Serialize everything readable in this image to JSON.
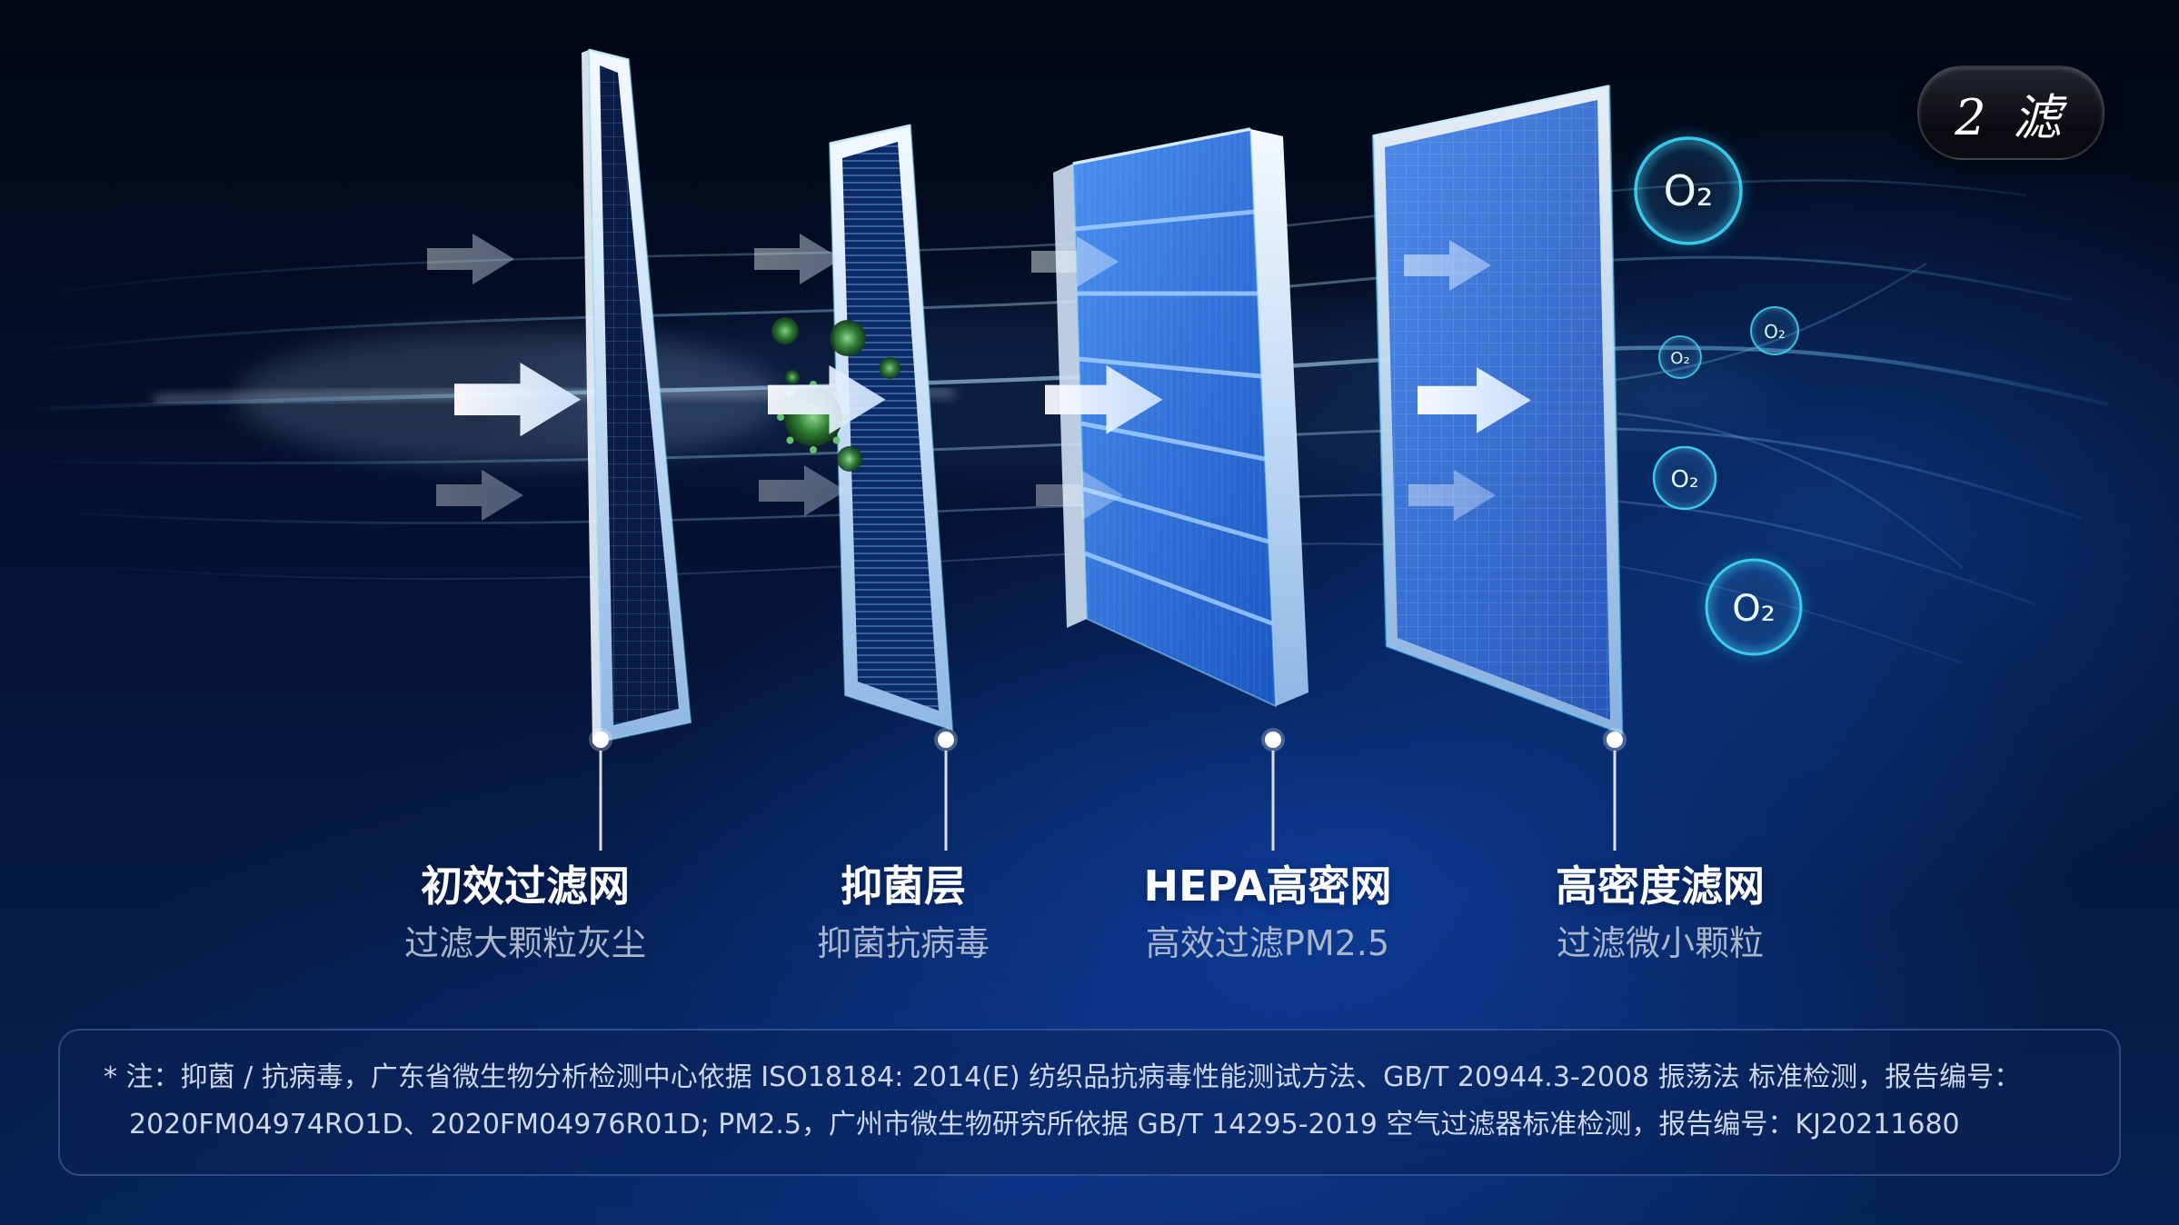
{
  "badge": {
    "label": "2 滤"
  },
  "filters": [
    {
      "title": "初效过滤网",
      "subtitle": "过滤大颗粒灰尘"
    },
    {
      "title": "抑菌层",
      "subtitle": "抑菌抗病毒"
    },
    {
      "title": "HEPA高密网",
      "subtitle": "高效过滤PM2.5"
    },
    {
      "title": "高密度滤网",
      "subtitle": "过滤微小颗粒"
    }
  ],
  "bubbles": [
    {
      "label": "O₂"
    },
    {
      "label": "O₂"
    },
    {
      "label": "O₂"
    },
    {
      "label": "O₂"
    },
    {
      "label": "O₂"
    }
  ],
  "note": {
    "line1": "* 注：抑菌 / 抗病毒，广东省微生物分析检测中心依据 ISO18184: 2014(E) 纺织品抗病毒性能测试方法、GB/T 20944.3-2008 振荡法 标准检测，报告编号：",
    "line2": "2020FM04974RO1D、2020FM04976R01D; PM2.5，广州市微生物研究所依据 GB/T 14295-2019 空气过滤器标准检测，报告编号：KJ20211680"
  },
  "colors": {
    "background_top": "#020714",
    "background_glow": "#0d47b0",
    "accent_cyan": "#35d8f5",
    "arrow_white": "#f2f8ff",
    "title_white": "#ffffff",
    "subtitle_gray": "#a9b6cd"
  }
}
